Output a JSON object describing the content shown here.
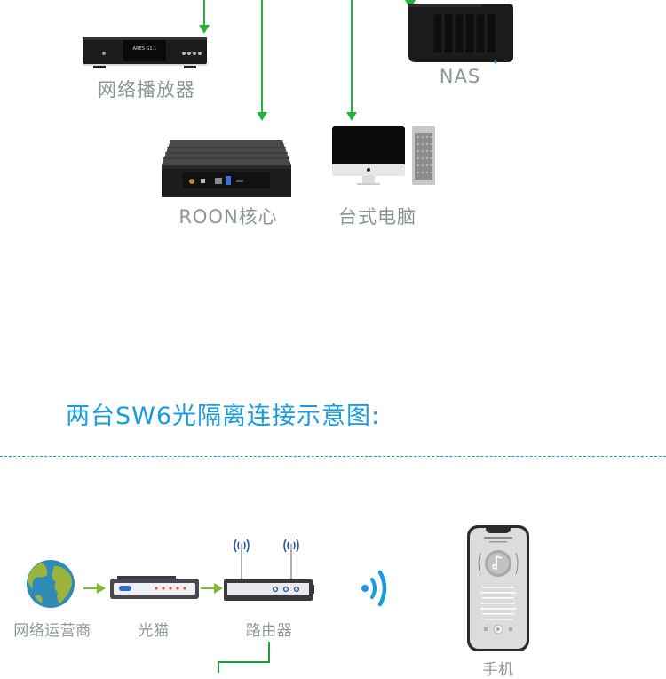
{
  "top_section": {
    "devices": [
      {
        "id": "network-player",
        "label": "网络播放器",
        "screen_text": "ARES G1.1"
      },
      {
        "id": "nas",
        "label": "NAS"
      },
      {
        "id": "roon-core",
        "label": "ROON核心"
      },
      {
        "id": "desktop",
        "label": "台式电脑"
      }
    ]
  },
  "section_title": "两台SW6光隔离连接示意图:",
  "bottom_section": {
    "devices": [
      {
        "id": "isp",
        "label": "网络运营商"
      },
      {
        "id": "optical-modem",
        "label": "光猫"
      },
      {
        "id": "router",
        "label": "路由器"
      },
      {
        "id": "phone",
        "label": "手机"
      }
    ]
  },
  "colors": {
    "connector_green": "#22b33a",
    "flow_arrow_green": "#7cbb2a",
    "title_blue": "#1a9be0",
    "label_gray": "#8a9599",
    "wifi_blue": "#1a9be0"
  }
}
